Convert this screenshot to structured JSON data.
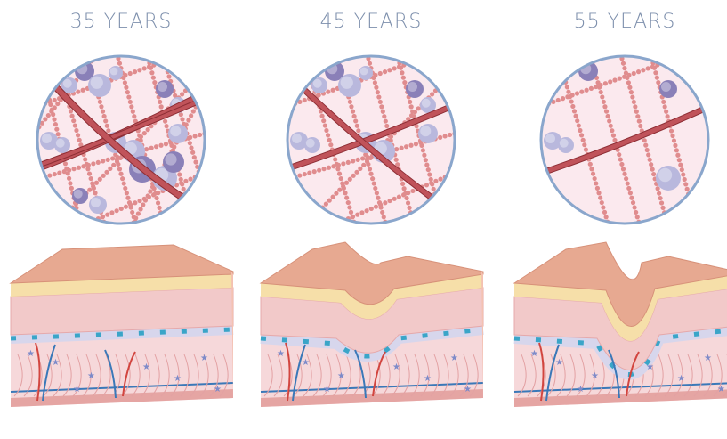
{
  "panels": [
    {
      "id": "p35",
      "label": "35 YEARS",
      "collagen": "dense",
      "fold_depth": 0.0
    },
    {
      "id": "p45",
      "label": "45 YEARS",
      "collagen": "medium",
      "fold_depth": 0.5
    },
    {
      "id": "p55",
      "label": "55 YEARS",
      "collagen": "sparse",
      "fold_depth": 1.0
    }
  ],
  "colors": {
    "title": "#7d8fac",
    "circle_border": "#8aa6cc",
    "circle_bg": "#fbe9ee",
    "collagen_chain": "#e08c8e",
    "elastin_fiber": "#c0535a",
    "hyaluronic_sphere": "#b9b8dd",
    "hyaluronic_sphere_dark": "#8a80b8",
    "skin_surface": "#e7a991",
    "skin_side": "#f4c1b1",
    "fat_layer": "#f6dfa9",
    "basal_cells": "#3aa5c8",
    "dermis": "#f6d8da",
    "vein": "#3a78b8",
    "artery": "#d2453f"
  }
}
